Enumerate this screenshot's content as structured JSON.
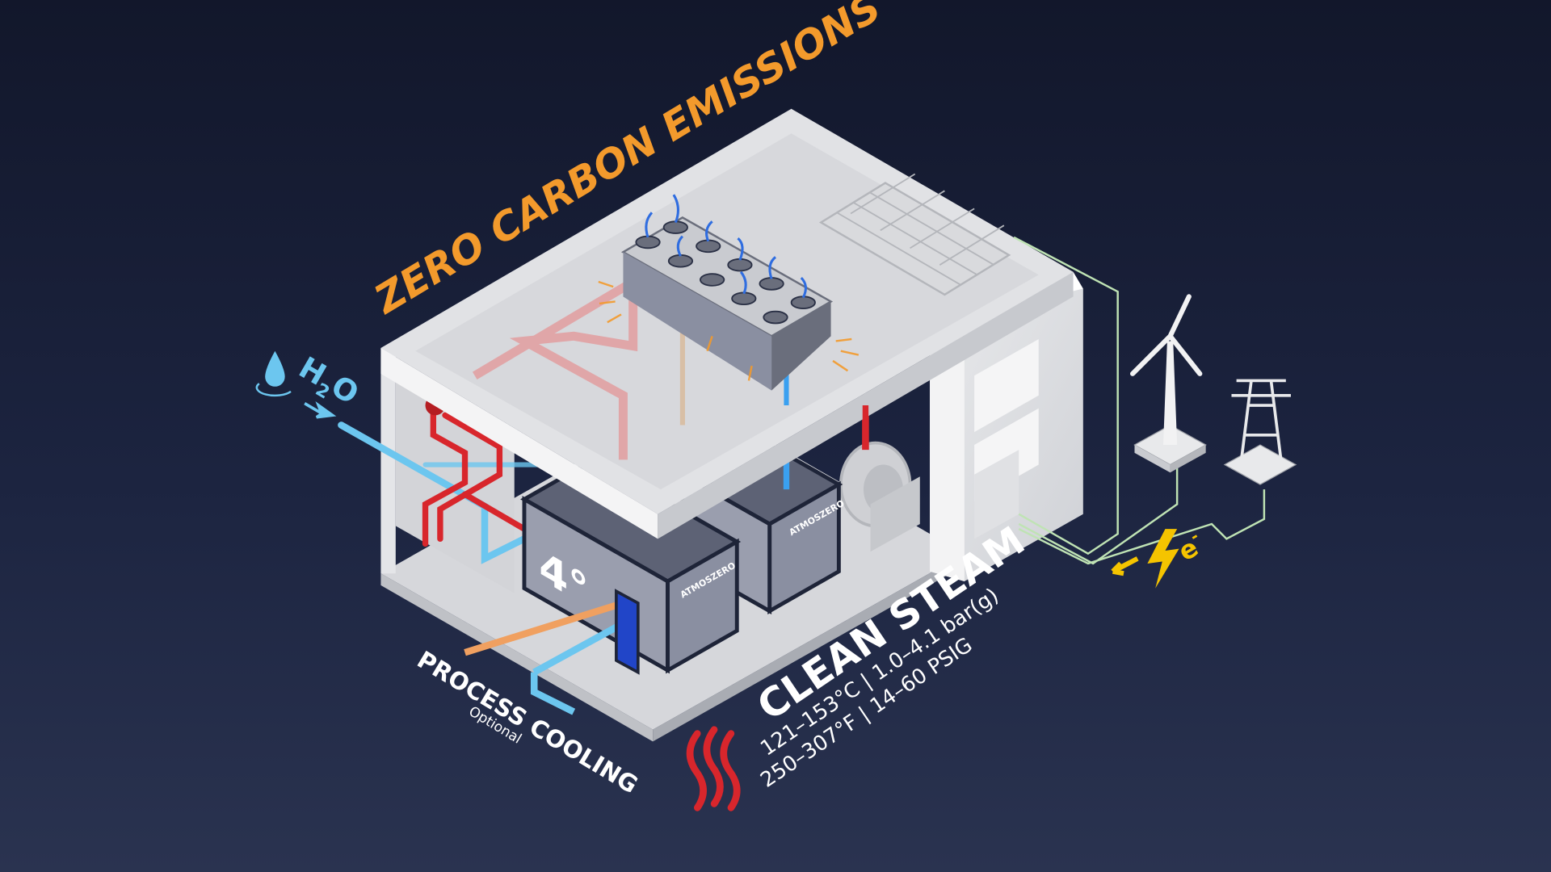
{
  "headline": "ZERO CARBON EMISSIONS",
  "water_input": {
    "label_h": "H",
    "label_sub": "2",
    "label_o": "O"
  },
  "process_cooling": {
    "title": "PROCESS COOLING",
    "note": "Optional"
  },
  "clean_steam": {
    "title": "CLEAN STEAM",
    "line1": "121–153°C | 1.0–4.1 bar(g)",
    "line2": "250–307°F | 14–60 PSIG"
  },
  "electricity": {
    "label": "e",
    "sup": "-"
  },
  "units": {
    "brand_label": "ATMOSZERO",
    "logo": "4°"
  },
  "colors": {
    "accent_orange": "#f39a2c",
    "water_blue": "#6cc6ef",
    "steam_red": "#d8262c",
    "power_yellow": "#f5c400",
    "grid_green": "#bfe3b4"
  }
}
